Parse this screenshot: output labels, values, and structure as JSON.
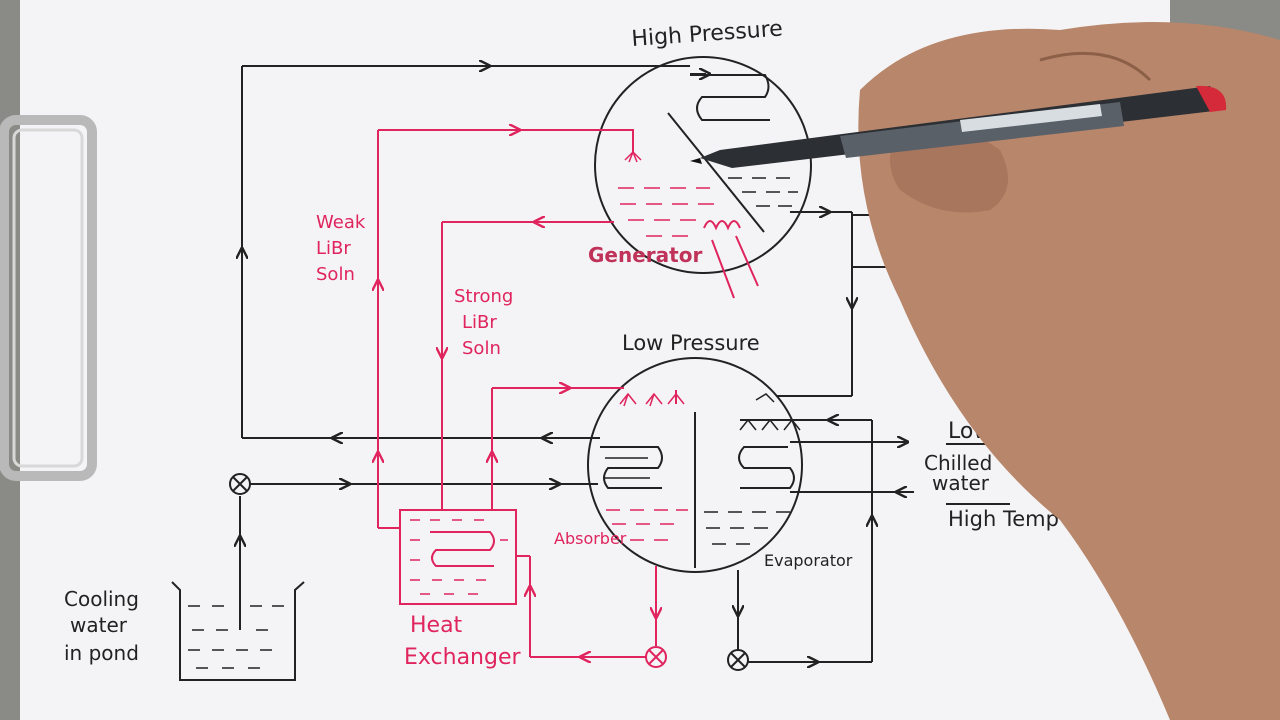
{
  "diagram": {
    "top_vessel_label": "High Pressure",
    "bottom_vessel_label": "Low Pressure",
    "generator_label": "Generator",
    "absorber_label": "Absorber",
    "evaporator_label": "Evaporator",
    "heat_exchanger_label_1": "Heat",
    "heat_exchanger_label_2": "Exchanger",
    "weak_soln_1": "Weak",
    "weak_soln_2": "LiBr",
    "weak_soln_3": "Soln",
    "strong_soln_1": "Strong",
    "strong_soln_2": "LiBr",
    "strong_soln_3": "Soln",
    "cooling_water_1": "Cooling",
    "cooling_water_2": "water",
    "cooling_water_3": "in pond",
    "low_temp": "Low T",
    "chilled_water_1": "Chilled",
    "chilled_water_2": "water",
    "high_temp": "High Temp"
  },
  "colors": {
    "ink_black": "#222222",
    "ink_red": "#e0245e",
    "paper": "#f4f4f6"
  }
}
